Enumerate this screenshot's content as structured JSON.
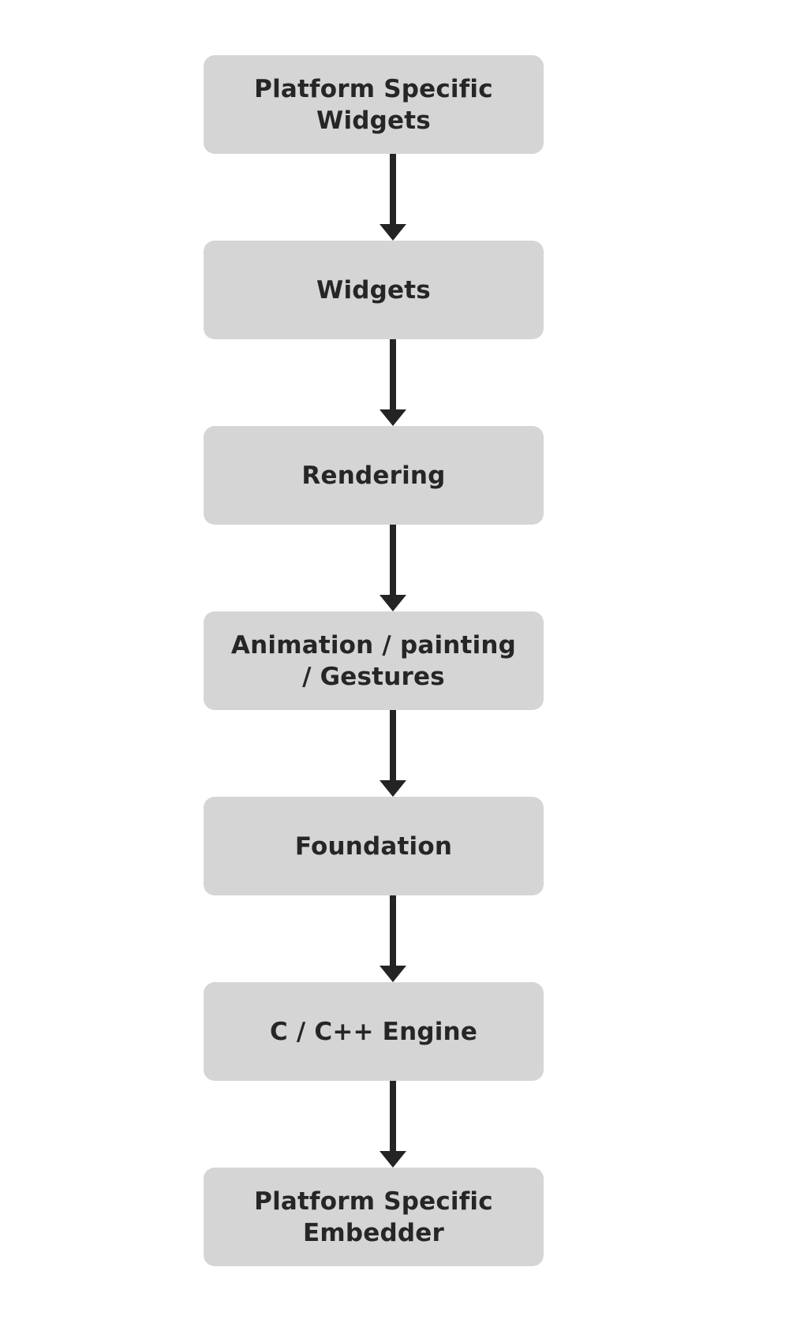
{
  "page": {
    "background_color": "#ffffff"
  },
  "flowchart": {
    "type": "vertical-flow",
    "direction": "top-down",
    "node_fill_color": "#d5d5d5",
    "node_text_color": "#262626",
    "arrow_color": "#242424",
    "nodes": [
      {
        "id": "platform-specific-widgets",
        "label": "Platform Specific\nWidgets"
      },
      {
        "id": "widgets",
        "label": "Widgets"
      },
      {
        "id": "rendering",
        "label": "Rendering"
      },
      {
        "id": "animation-painting-gestures",
        "label": "Animation / painting\n/ Gestures"
      },
      {
        "id": "foundation",
        "label": "Foundation"
      },
      {
        "id": "c-cpp-engine",
        "label": "C / C++ Engine"
      },
      {
        "id": "platform-specific-embedder",
        "label": "Platform Specific\nEmbedder"
      }
    ],
    "edges": [
      {
        "from": "platform-specific-widgets",
        "to": "widgets"
      },
      {
        "from": "widgets",
        "to": "rendering"
      },
      {
        "from": "rendering",
        "to": "animation-painting-gestures"
      },
      {
        "from": "animation-painting-gestures",
        "to": "foundation"
      },
      {
        "from": "foundation",
        "to": "c-cpp-engine"
      },
      {
        "from": "c-cpp-engine",
        "to": "platform-specific-embedder"
      }
    ]
  }
}
